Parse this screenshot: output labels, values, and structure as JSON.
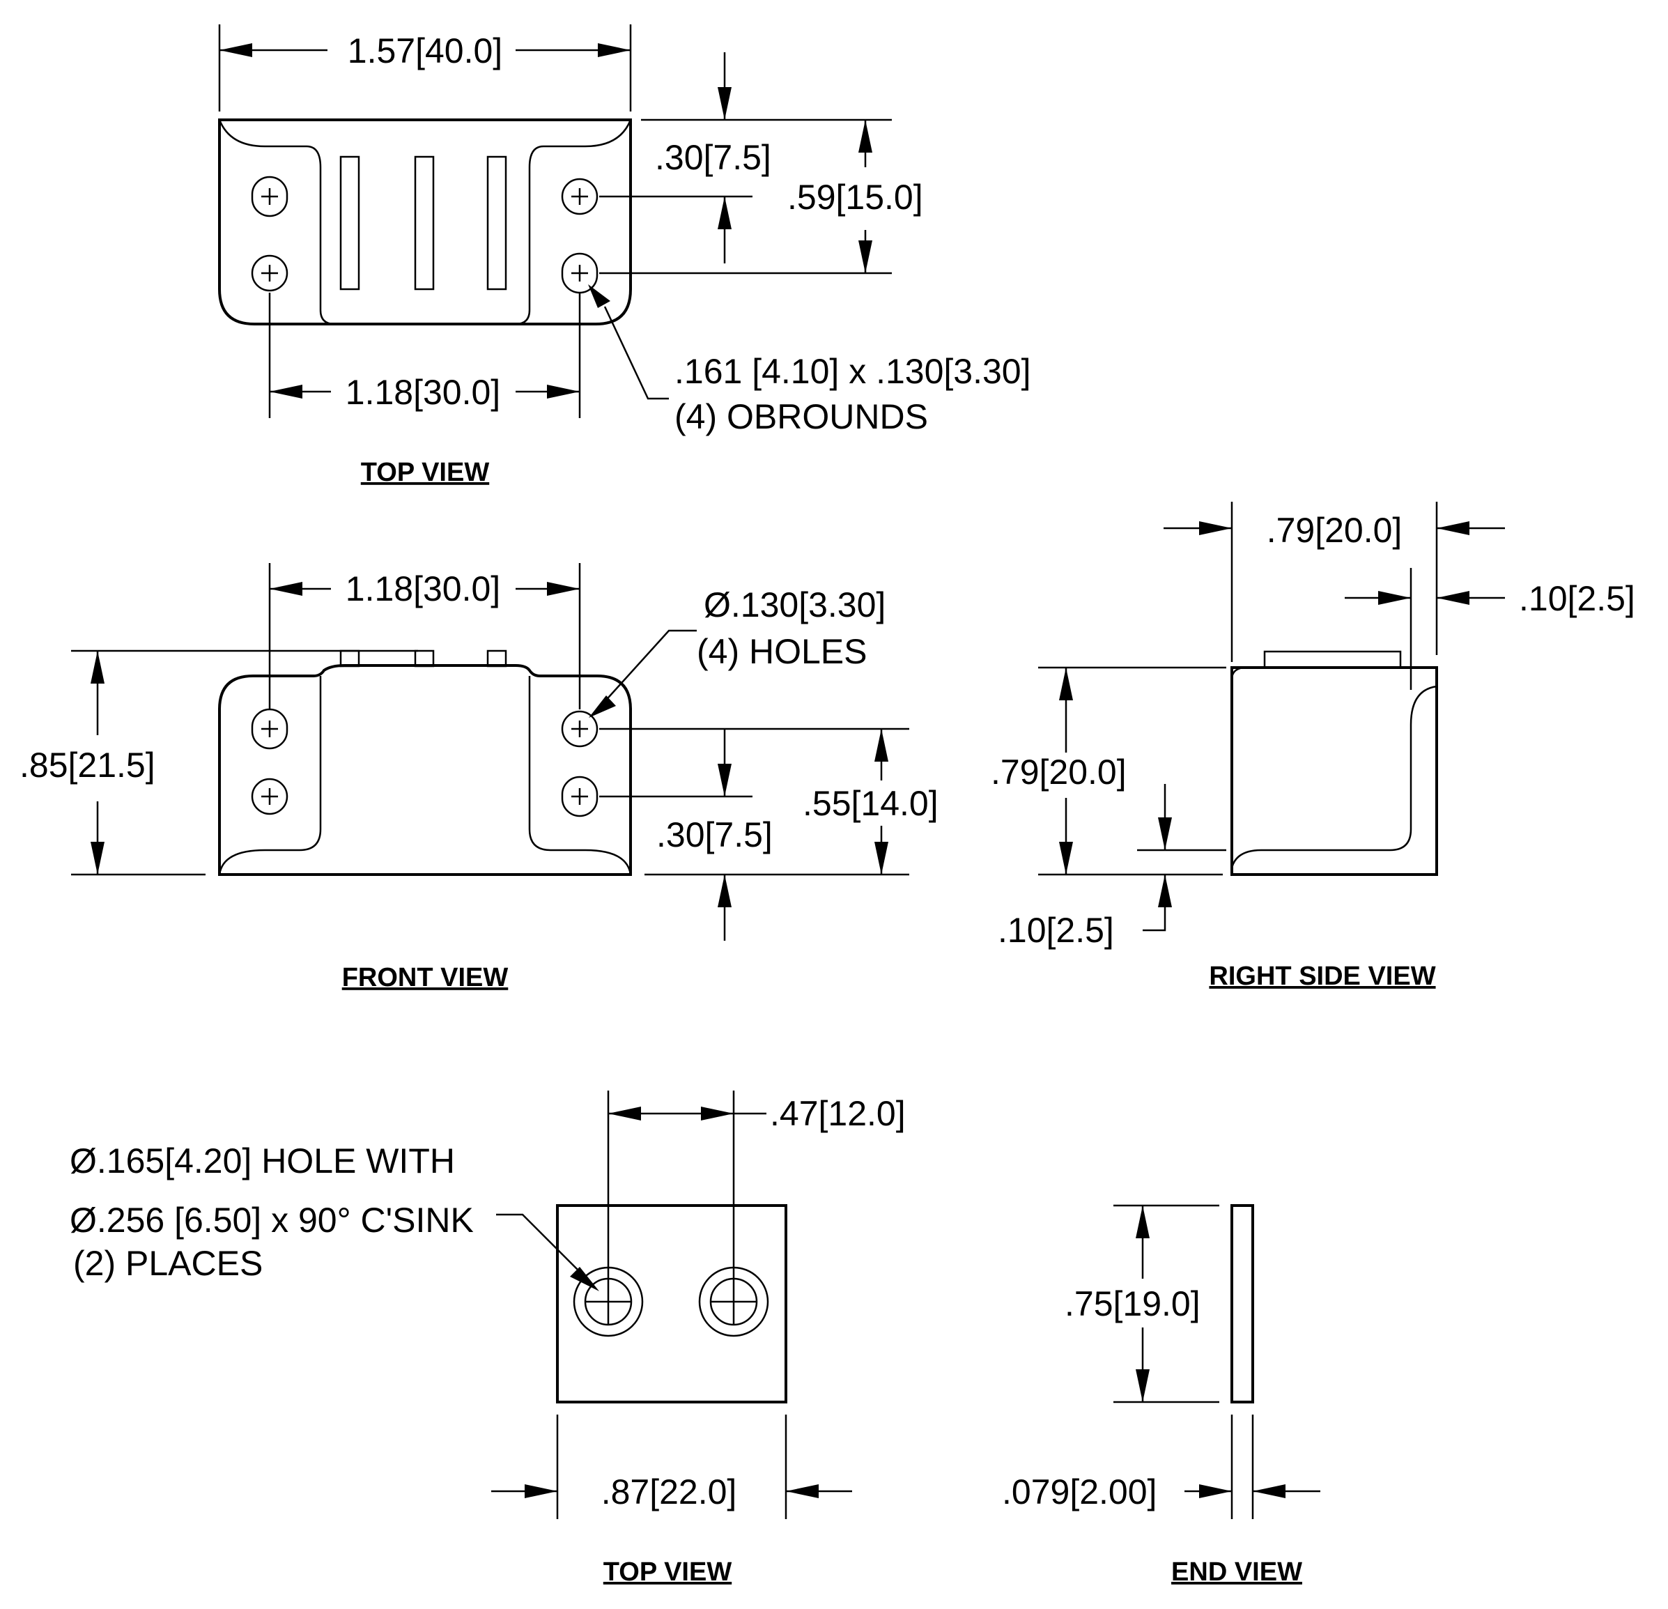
{
  "views": {
    "top_view_1": {
      "title": "TOP VIEW",
      "dim_overall_width": "1.57[40.0]",
      "dim_hole_pitch": ".30[7.5]",
      "dim_height": ".59[15.0]",
      "dim_hole_spacing": "1.18[30.0]",
      "note_line_1": ".161 [4.10] x .130[3.30]",
      "note_line_2": "(4) OBROUNDS"
    },
    "front_view": {
      "title": "FRONT VIEW",
      "dim_hole_spacing": "1.18[30.0]",
      "note_line_1": "Ø.130[3.30]",
      "note_line_2": "(4) HOLES",
      "dim_height": ".85[21.5]",
      "dim_hole_span": ".55[14.0]",
      "dim_hole_pitch": ".30[7.5]"
    },
    "right_side_view": {
      "title": "RIGHT SIDE VIEW",
      "dim_width": ".79[20.0]",
      "dim_wall": ".10[2.5]",
      "dim_height": ".79[20.0]",
      "dim_base": ".10[2.5]"
    },
    "top_view_2": {
      "title": "TOP VIEW",
      "dim_hole_spacing": ".47[12.0]",
      "note_line_1": "Ø.165[4.20] HOLE WITH",
      "note_line_2": "Ø.256 [6.50] x 90° C'SINK",
      "note_line_3": "(2) PLACES",
      "dim_width": ".87[22.0]"
    },
    "end_view": {
      "title": "END VIEW",
      "dim_height": ".75[19.0]",
      "dim_thickness": ".079[2.00]"
    }
  }
}
